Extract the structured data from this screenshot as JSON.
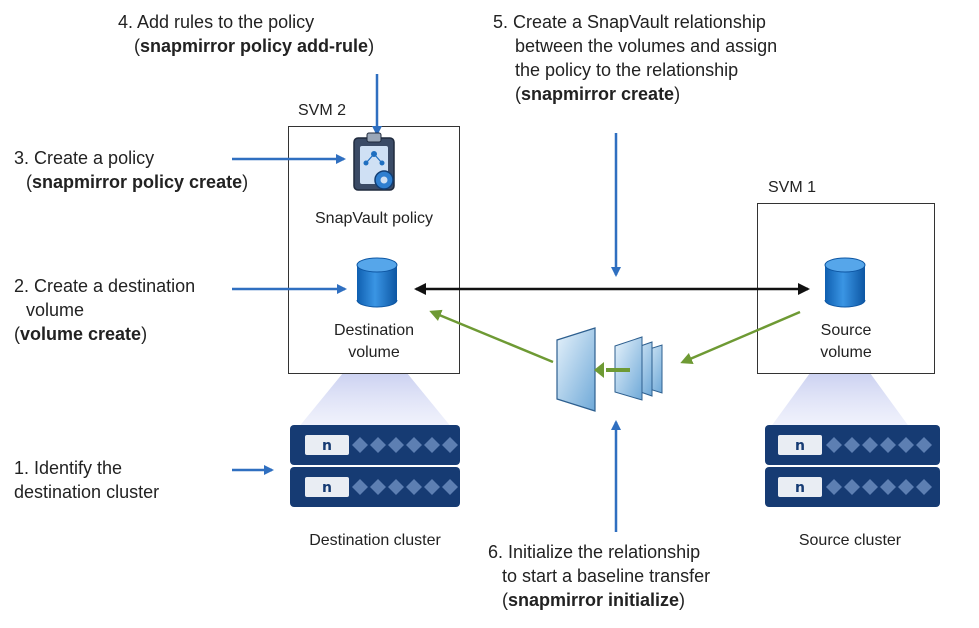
{
  "steps": {
    "step1": {
      "line1": "1. Identify the",
      "line2": "destination cluster"
    },
    "step2": {
      "line1": "2. Create a destination",
      "line2": "volume",
      "cmd": "volume create",
      "open": "(",
      "close": ")"
    },
    "step3": {
      "line1": "3. Create a policy",
      "cmd": "snapmirror policy create",
      "open": "(",
      "close": ")"
    },
    "step4": {
      "line1": "4. Add rules to the policy",
      "cmd": "snapmirror policy add-rule",
      "open": "(",
      "close": ")"
    },
    "step5": {
      "line1": "5. Create a SnapVault relationship",
      "line2": "between the volumes and assign",
      "line3": "the policy to the relationship",
      "cmd": "snapmirror create",
      "open": "(",
      "close": ")"
    },
    "step6": {
      "line1": "6. Initialize the relationship",
      "line2": "to start a baseline transfer",
      "cmd": "snapmirror initialize",
      "open": "(",
      "close": ")"
    }
  },
  "svm2": {
    "title": "SVM 2",
    "policy_label": "SnapVault policy",
    "volume_line1": "Destination",
    "volume_line2": "volume"
  },
  "svm1": {
    "title": "SVM 1",
    "volume_line1": "Source",
    "volume_line2": "volume"
  },
  "clusters": {
    "destination": "Destination cluster",
    "source": "Source cluster"
  },
  "colors": {
    "arrow_blue": "#2f6fc0",
    "arrow_green": "#6e9a34",
    "cylinder": "#1a73c8",
    "cluster_dark": "#163b73"
  }
}
